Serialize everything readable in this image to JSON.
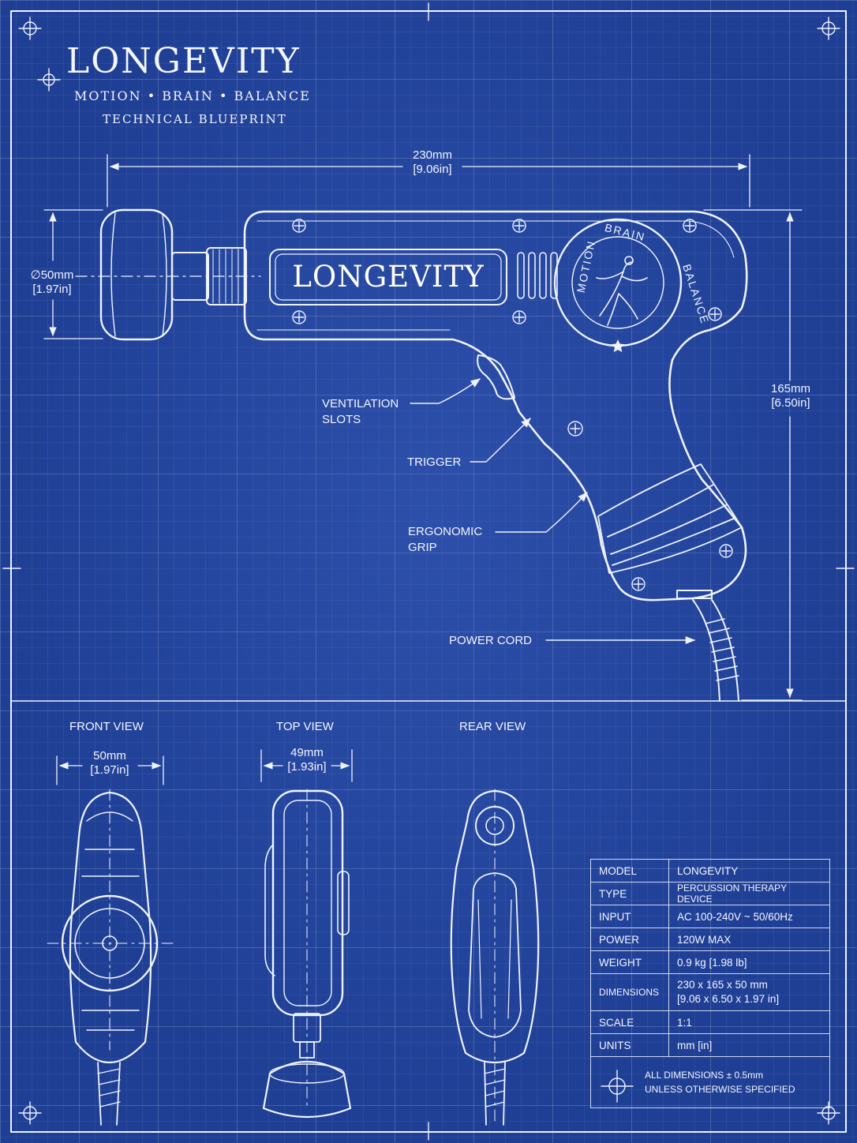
{
  "header": {
    "brand": "LONGEVITY",
    "tagline": "MOTION • BRAIN • BALANCE",
    "subtitle": "TECHNICAL BLUEPRINT"
  },
  "device": {
    "nameplate": "LONGEVITY",
    "emblem_words": [
      "MOTION",
      "BRAIN",
      "BALANCE"
    ]
  },
  "dimensions": {
    "length_mm": "230mm",
    "length_in": "[9.06in]",
    "head_dia_mm": "∅50mm",
    "head_dia_in": "[1.97in]",
    "height_mm": "165mm",
    "height_in": "[6.50in]",
    "front_width_mm": "50mm",
    "front_width_in": "[1.97in]",
    "top_width_mm": "49mm",
    "top_width_in": "[1.93in]"
  },
  "callouts": {
    "ventilation_1": "VENTILATION",
    "ventilation_2": "SLOTS",
    "trigger": "TRIGGER",
    "grip_1": "ERGONOMIC",
    "grip_2": "GRIP",
    "power_cord": "POWER CORD"
  },
  "views": {
    "front": "FRONT VIEW",
    "top": "TOP VIEW",
    "rear": "REAR VIEW"
  },
  "specs": {
    "rows": [
      {
        "label": "MODEL",
        "value": "LONGEVITY"
      },
      {
        "label": "TYPE",
        "value": "PERCUSSION THERAPY DEVICE"
      },
      {
        "label": "INPUT",
        "value": "AC 100-240V ~ 50/60Hz"
      },
      {
        "label": "POWER",
        "value": "120W MAX"
      },
      {
        "label": "WEIGHT",
        "value": "0.9 kg [1.98 lb]"
      },
      {
        "label": "DIMENSIONS",
        "value": "230 x 165 x 50 mm",
        "value2": "[9.06 x 6.50 x 1.97 in]"
      },
      {
        "label": "SCALE",
        "value": "1:1"
      },
      {
        "label": "UNITS",
        "value": "mm [in]"
      }
    ],
    "note_1": "ALL DIMENSIONS ± 0.5mm",
    "note_2": "UNLESS OTHERWISE SPECIFIED"
  },
  "colors": {
    "background": "#1f3f95",
    "line": "#eef3ff"
  }
}
